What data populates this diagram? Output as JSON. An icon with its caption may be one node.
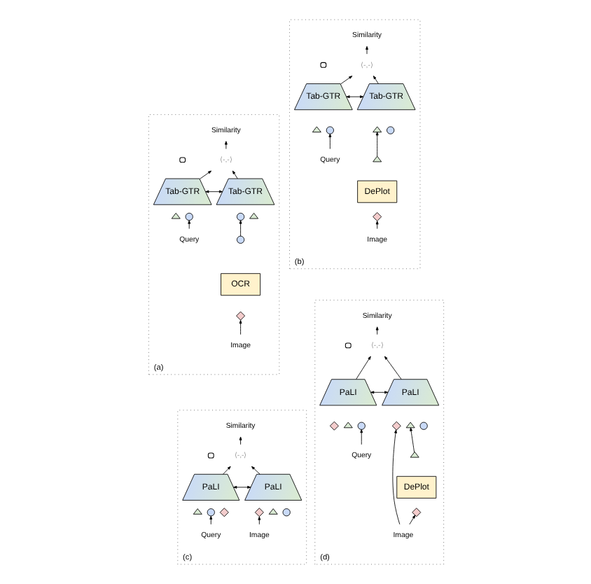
{
  "diagram": {
    "nodes": [
      {
        "text": [
          "(a)"
        ]
      },
      {
        "text": [
          "Similarity"
        ],
        "in": 0
      },
      {
        "text": [
          "⟨-,-⟩"
        ],
        "in": 0
      },
      {
        "text": [
          "Tab-GTR"
        ],
        "in": 0
      },
      {
        "text": [],
        "shape": "lock",
        "in": 0
      },
      {
        "text": [
          "Tab-GTR"
        ],
        "in": 0
      },
      {
        "text": [],
        "shape": "circle",
        "in": 0
      },
      {
        "text": [],
        "shape": "triangle",
        "in": 0
      },
      {
        "text": [],
        "shape": "circle",
        "in": 0
      },
      {
        "text": [],
        "shape": "triangle",
        "in": 0
      },
      {
        "text": [],
        "shape": "circle",
        "in": 0
      },
      {
        "text": [
          "OCR"
        ],
        "in": 0
      },
      {
        "text": [],
        "shape": "diamond",
        "in": 0
      },
      {
        "text": [
          "Query"
        ],
        "in": 0
      },
      {
        "text": [
          "Image"
        ],
        "in": 0
      },
      {
        "text": [
          "(b)"
        ]
      },
      {
        "text": [
          "Similarity"
        ],
        "in": 15
      },
      {
        "text": [
          "⟨-,-⟩"
        ],
        "in": 15
      },
      {
        "text": [
          "Tab-GTR"
        ],
        "in": 15
      },
      {
        "text": [],
        "shape": "lock",
        "in": 15
      },
      {
        "text": [
          "Tab-GTR"
        ],
        "in": 15
      },
      {
        "text": [],
        "shape": "circle",
        "in": 15
      },
      {
        "text": [],
        "shape": "triangle",
        "in": 15
      },
      {
        "text": [],
        "shape": "circle",
        "in": 15
      },
      {
        "text": [],
        "shape": "triangle",
        "in": 15
      },
      {
        "text": [],
        "shape": "triangle",
        "in": 15
      },
      {
        "text": [
          "DePlot"
        ],
        "in": 15
      },
      {
        "text": [],
        "shape": "diamond",
        "in": 15
      },
      {
        "text": [
          "Query"
        ],
        "in": 15
      },
      {
        "text": [
          "Image"
        ],
        "in": 15
      },
      {
        "text": [
          "(c)"
        ]
      },
      {
        "text": [
          "Similarity"
        ],
        "in": 30
      },
      {
        "text": [
          "⟨-,-⟩"
        ],
        "in": 30
      },
      {
        "text": [
          "PaLI"
        ],
        "in": 30
      },
      {
        "text": [],
        "shape": "lock",
        "in": 30
      },
      {
        "text": [
          "PaLI"
        ],
        "in": 30
      },
      {
        "text": [],
        "shape": "circle",
        "in": 30
      },
      {
        "text": [],
        "shape": "triangle",
        "in": 30
      },
      {
        "text": [],
        "shape": "diamond",
        "in": 30
      },
      {
        "text": [],
        "shape": "circle",
        "in": 30
      },
      {
        "text": [],
        "shape": "triangle",
        "in": 30
      },
      {
        "text": [],
        "shape": "diamond",
        "in": 30
      },
      {
        "text": [
          "Query"
        ],
        "in": 30
      },
      {
        "text": [
          "Image"
        ],
        "in": 30
      },
      {
        "text": [
          "(d)"
        ]
      },
      {
        "text": [
          "Similarity"
        ],
        "in": 44
      },
      {
        "text": [
          "⟨-,-⟩"
        ],
        "in": 44
      },
      {
        "text": [
          "PaLI"
        ],
        "in": 44
      },
      {
        "text": [],
        "shape": "lock",
        "in": 44
      },
      {
        "text": [
          "PaLI"
        ],
        "in": 44
      },
      {
        "text": [],
        "shape": "circle",
        "in": 44
      },
      {
        "text": [],
        "shape": "triangle",
        "in": 44
      },
      {
        "text": [],
        "shape": "diamond",
        "in": 44
      },
      {
        "text": [],
        "shape": "circle",
        "in": 44
      },
      {
        "text": [],
        "shape": "triangle",
        "in": 44
      },
      {
        "text": [],
        "shape": "diamond",
        "in": 44
      },
      {
        "text": [],
        "shape": "triangle",
        "in": 44
      },
      {
        "text": [
          "DePlot"
        ],
        "in": 44
      },
      {
        "text": [],
        "shape": "diamond",
        "in": 44
      },
      {
        "text": [
          "Query"
        ],
        "in": 44
      },
      {
        "text": [
          "Image"
        ],
        "in": 44
      }
    ],
    "edges": [
      {
        "from": 2,
        "to": 1,
        "arrow": "to"
      },
      {
        "from": 3,
        "to": 2,
        "arrow": "to"
      },
      {
        "from": 5,
        "to": 2,
        "arrow": "to"
      },
      {
        "from": 3,
        "to": 5,
        "arrow": "both"
      },
      {
        "from": 13,
        "to": 6,
        "arrow": "to"
      },
      {
        "from": 10,
        "to": 8,
        "arrow": "to"
      },
      {
        "from": 14,
        "to": 12,
        "arrow": "to"
      },
      {
        "from": 17,
        "to": 16,
        "arrow": "to"
      },
      {
        "from": 18,
        "to": 17,
        "arrow": "to"
      },
      {
        "from": 20,
        "to": 17,
        "arrow": "to"
      },
      {
        "from": 18,
        "to": 20,
        "arrow": "both"
      },
      {
        "from": 28,
        "to": 21,
        "arrow": "to"
      },
      {
        "from": 25,
        "to": 24,
        "arrow": "to"
      },
      {
        "from": 29,
        "to": 27,
        "arrow": "to"
      },
      {
        "from": 32,
        "to": 31,
        "arrow": "to"
      },
      {
        "from": 33,
        "to": 32,
        "arrow": "to"
      },
      {
        "from": 35,
        "to": 32,
        "arrow": "to"
      },
      {
        "from": 33,
        "to": 35,
        "arrow": "both"
      },
      {
        "from": 42,
        "to": 36,
        "arrow": "to"
      },
      {
        "from": 43,
        "to": 41,
        "arrow": "to"
      },
      {
        "from": 46,
        "to": 45,
        "arrow": "to"
      },
      {
        "from": 47,
        "to": 46,
        "arrow": "to"
      },
      {
        "from": 49,
        "to": 46,
        "arrow": "to"
      },
      {
        "from": 47,
        "to": 49,
        "arrow": "both"
      },
      {
        "from": 59,
        "to": 50,
        "arrow": "to"
      },
      {
        "from": 56,
        "to": 54,
        "arrow": "to"
      },
      {
        "from": 60,
        "to": 58,
        "arrow": "to"
      },
      {
        "from": 60,
        "to": 55,
        "arrow": "to"
      }
    ]
  }
}
